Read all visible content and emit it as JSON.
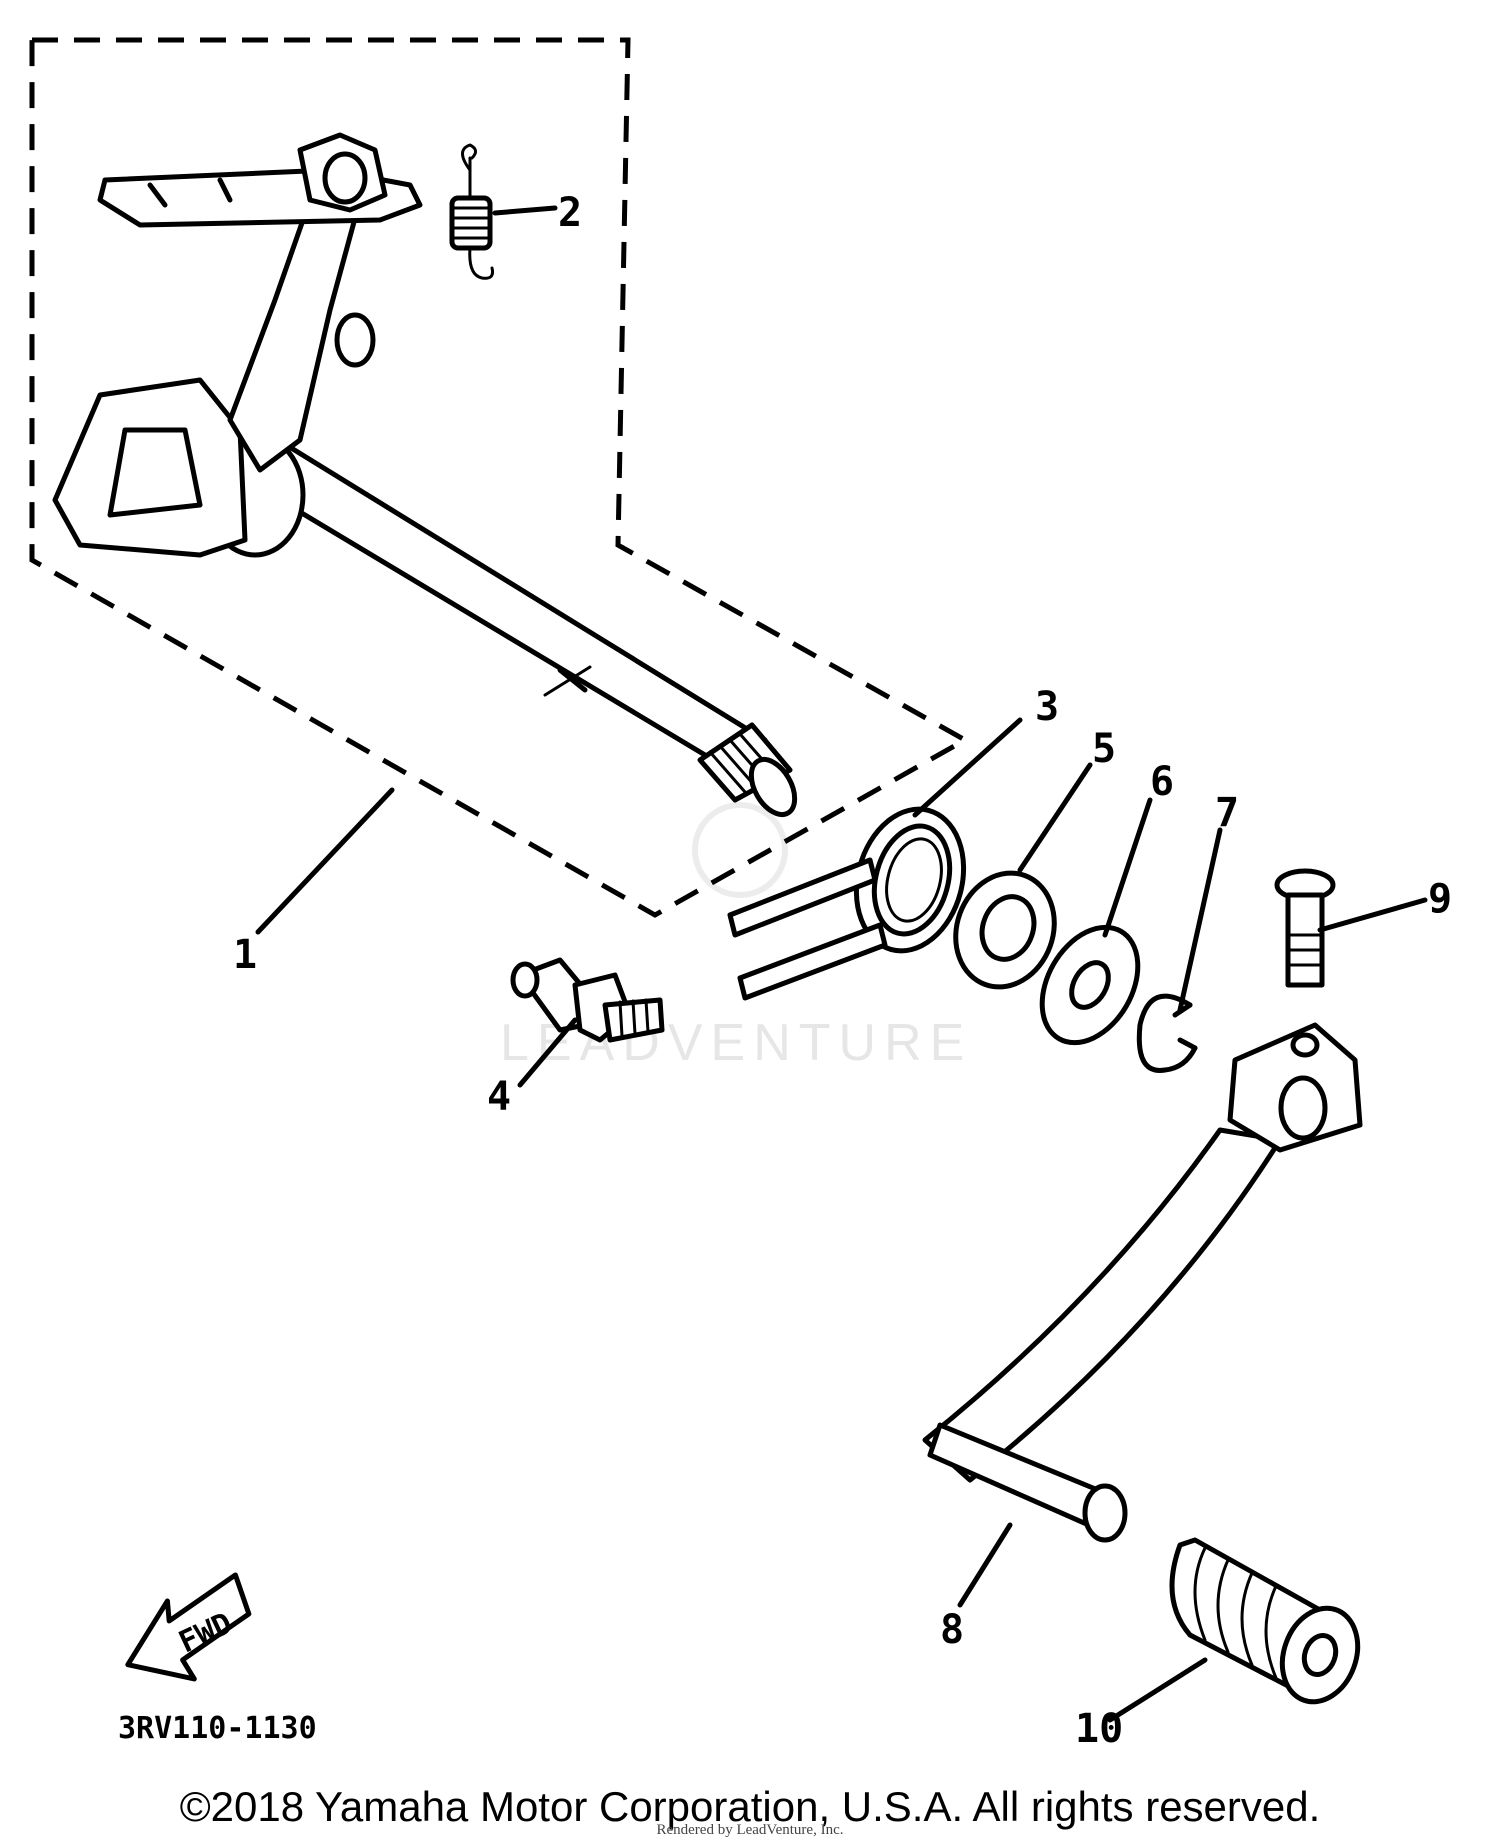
{
  "diagram_code": "3RV110-1130",
  "watermark": "LEADVENTURE",
  "fwd_label": "FWD",
  "callouts": {
    "c1": "1",
    "c2": "2",
    "c3": "3",
    "c4": "4",
    "c5": "5",
    "c6": "6",
    "c7": "7",
    "c8": "8",
    "c9": "9",
    "c10": "10"
  },
  "footer": {
    "copyright": "©2018 Yamaha Motor Corporation, U.S.A. All rights reserved.",
    "rendered_by": "Rendered by LeadVenture, Inc."
  }
}
